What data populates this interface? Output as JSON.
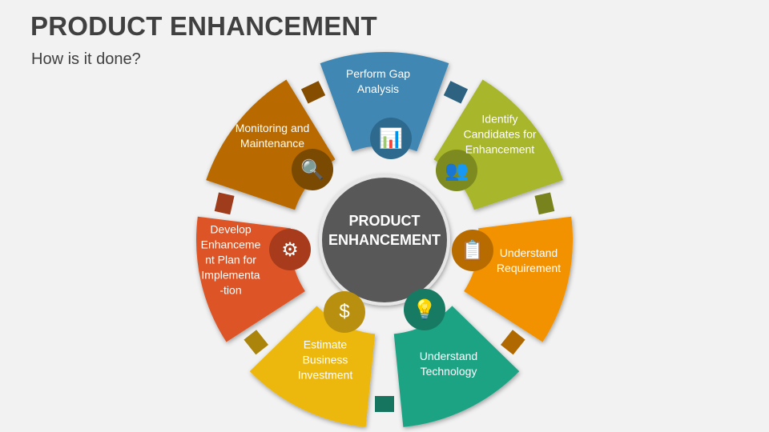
{
  "title": "PRODUCT ENHANCEMENT",
  "subtitle": "How is it done?",
  "center": {
    "line1": "PRODUCT",
    "line2": "ENHANCEMENT",
    "color": "#595959"
  },
  "steps": [
    {
      "label": "Perform Gap\nAnalysis",
      "color": "#3f88b3",
      "icon_color": "#2e6a8e",
      "icon": "bar-chart-magnifier-icon",
      "glyph": "📊"
    },
    {
      "label": "Identify\nCandidates for\nEnhancement",
      "color": "#a7b62a",
      "icon_color": "#7c8a1f",
      "icon": "people-pointer-icon",
      "glyph": "👥"
    },
    {
      "label": "Understand\nRequirement",
      "color": "#f39200",
      "icon_color": "#b86c00",
      "icon": "checklist-person-icon",
      "glyph": "📋"
    },
    {
      "label": "Understand\nTechnology",
      "color": "#1ea384",
      "icon_color": "#177a62",
      "icon": "lightbulb-gears-icon",
      "glyph": "💡"
    },
    {
      "label": "Estimate\nBusiness\nInvestment",
      "color": "#edb810",
      "icon_color": "#b88f0f",
      "icon": "dollar-coin-icon",
      "glyph": "$"
    },
    {
      "label": "Develop\nEnhanceme\nnt Plan for\nImplementa\n-tion",
      "color": "#dd5427",
      "icon_color": "#a83b1b",
      "icon": "gear-arrow-icon",
      "glyph": "⚙"
    },
    {
      "label": "Monitoring and\nMaintenance",
      "color": "#b86b00",
      "icon_color": "#7a4a02",
      "icon": "laptop-magnifier-icon",
      "glyph": "🔍"
    }
  ]
}
